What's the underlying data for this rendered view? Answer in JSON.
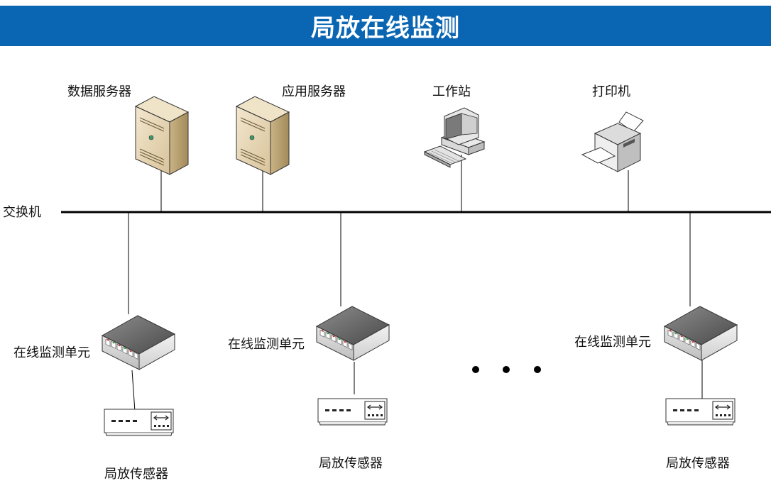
{
  "title": "局放在线监测",
  "nodes": {
    "data_server": "数据服务器",
    "app_server": "应用服务器",
    "workstation": "工作站",
    "printer": "打印机",
    "switch": "交换机",
    "unit_1": "在线监测单元",
    "unit_2": "在线监测单元",
    "unit_3": "在线监测单元",
    "sensor_1": "局放传感器",
    "sensor_2": "局放传感器",
    "sensor_3": "局放传感器"
  },
  "colors": {
    "banner": "#0a66b3",
    "banner_text": "#ffffff",
    "line": "#000000"
  },
  "icons": [
    "server-icon",
    "workstation-icon",
    "printer-icon",
    "network-switch-icon",
    "sensor-device-icon",
    "ellipsis-icon"
  ]
}
